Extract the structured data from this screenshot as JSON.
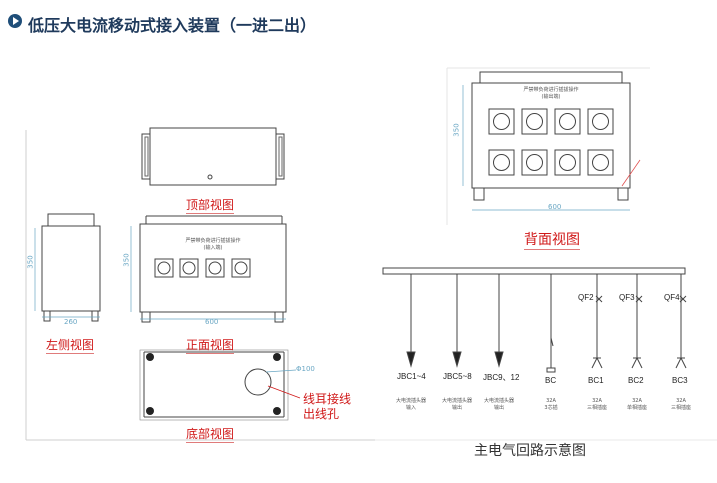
{
  "header": {
    "title": "低压大电流移动式接入装置（一进二出）"
  },
  "views": {
    "top": "顶部视图",
    "left": "左侧视图",
    "front": "正面视图",
    "back": "背面视图",
    "bottom": "底部视图"
  },
  "panels": {
    "front_line1": "严禁带负荷进行插拔操作",
    "front_line2": "(输入端)",
    "back_line1": "严禁带负荷进行插拔操作",
    "back_line2": "(输出端)"
  },
  "dimensions": {
    "left_height": "350",
    "left_width": "260",
    "front_height": "350",
    "front_width": "600",
    "back_height": "350",
    "back_width": "600",
    "hole_diameter": "Φ100"
  },
  "bottom_note_line1": "线耳接线",
  "bottom_note_line2": "出线孔",
  "circuit": {
    "caption": "主电气回路示意图",
    "breakers": [
      "QF2",
      "QF3",
      "QF4"
    ],
    "nodes": [
      {
        "id": "JBC1~4",
        "desc1": "大电流插头器",
        "desc2": "输入"
      },
      {
        "id": "JBC5~8",
        "desc1": "大电流插头器",
        "desc2": "输出"
      },
      {
        "id": "JBC9、12",
        "desc1": "大电流插头器",
        "desc2": "输出"
      },
      {
        "id": "BC",
        "desc1": "32A",
        "desc2": "3芯插"
      },
      {
        "id": "BC1",
        "desc1": "32A",
        "desc2": "三相插座"
      },
      {
        "id": "BC2",
        "desc1": "32A",
        "desc2": "单相插座"
      },
      {
        "id": "BC3",
        "desc1": "32A",
        "desc2": "三相插座"
      }
    ]
  }
}
